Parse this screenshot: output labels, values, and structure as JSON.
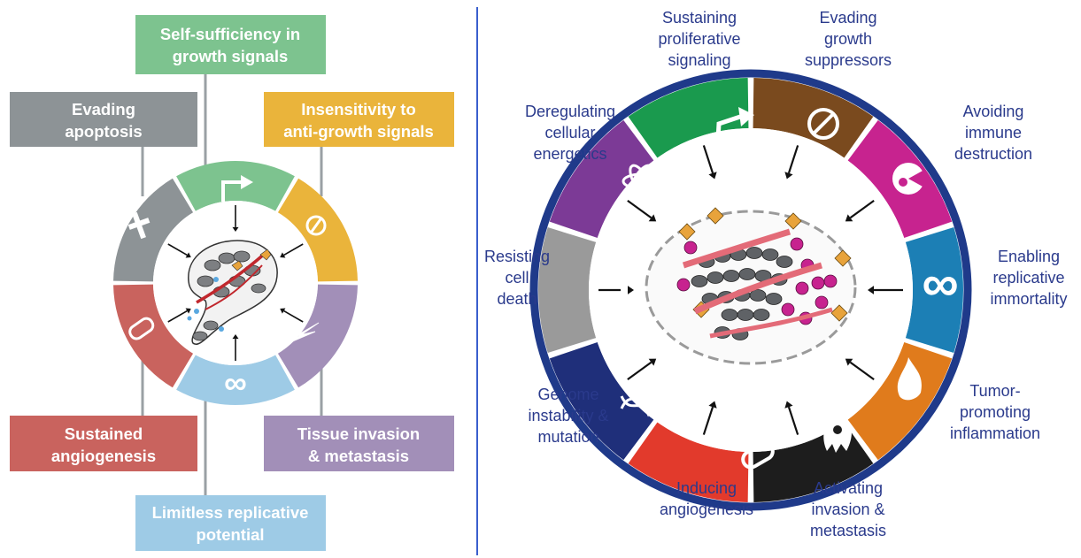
{
  "left": {
    "colors": {
      "green": "#7dc38f",
      "orange": "#eab43b",
      "purple": "#a28fb8",
      "blue": "#9ecbe6",
      "red": "#c9635e",
      "gray": "#8d9396"
    },
    "labels": {
      "self_sufficiency": [
        "Self-sufficiency in",
        "growth signals"
      ],
      "insensitivity": [
        "Insensitivity to",
        "anti-growth signals"
      ],
      "tissue_invasion": [
        "Tissue invasion",
        "& metastasis"
      ],
      "limitless": [
        "Limitless replicative",
        "potential"
      ],
      "angiogenesis": [
        "Sustained",
        "angiogenesis"
      ],
      "apoptosis": [
        "Evading",
        "apoptosis"
      ]
    }
  },
  "right": {
    "colors": {
      "ring": "#1f3a8a",
      "green": "#1a9a4e",
      "brown": "#7a4a1e",
      "magenta": "#c7238f",
      "teal": "#1c7fb5",
      "orange": "#e07b1c",
      "black": "#1d1d1d",
      "red": "#e23a2c",
      "navy": "#1f2f7a",
      "gray": "#9a9a9a",
      "purple": "#7c3a96"
    },
    "labels": {
      "proliferative": [
        "Sustaining",
        "proliferative",
        "signaling"
      ],
      "suppressors": [
        "Evading",
        "growth",
        "suppressors"
      ],
      "immune": [
        "Avoiding",
        "immune",
        "destruction"
      ],
      "immortality": [
        "Enabling",
        "replicative",
        "immortality"
      ],
      "inflammation": [
        "Tumor-",
        "promoting",
        "inflammation"
      ],
      "invasion": [
        "Activating",
        "invasion &",
        "metastasis"
      ],
      "angiogenesis": [
        "Inducing",
        "angiogenesis"
      ],
      "genome": [
        "Genome",
        "instability &",
        "mutation"
      ],
      "cell_death": [
        "Resisting",
        "cell",
        "death"
      ],
      "energetics": [
        "Deregulating",
        "cellular",
        "energetics"
      ]
    }
  }
}
